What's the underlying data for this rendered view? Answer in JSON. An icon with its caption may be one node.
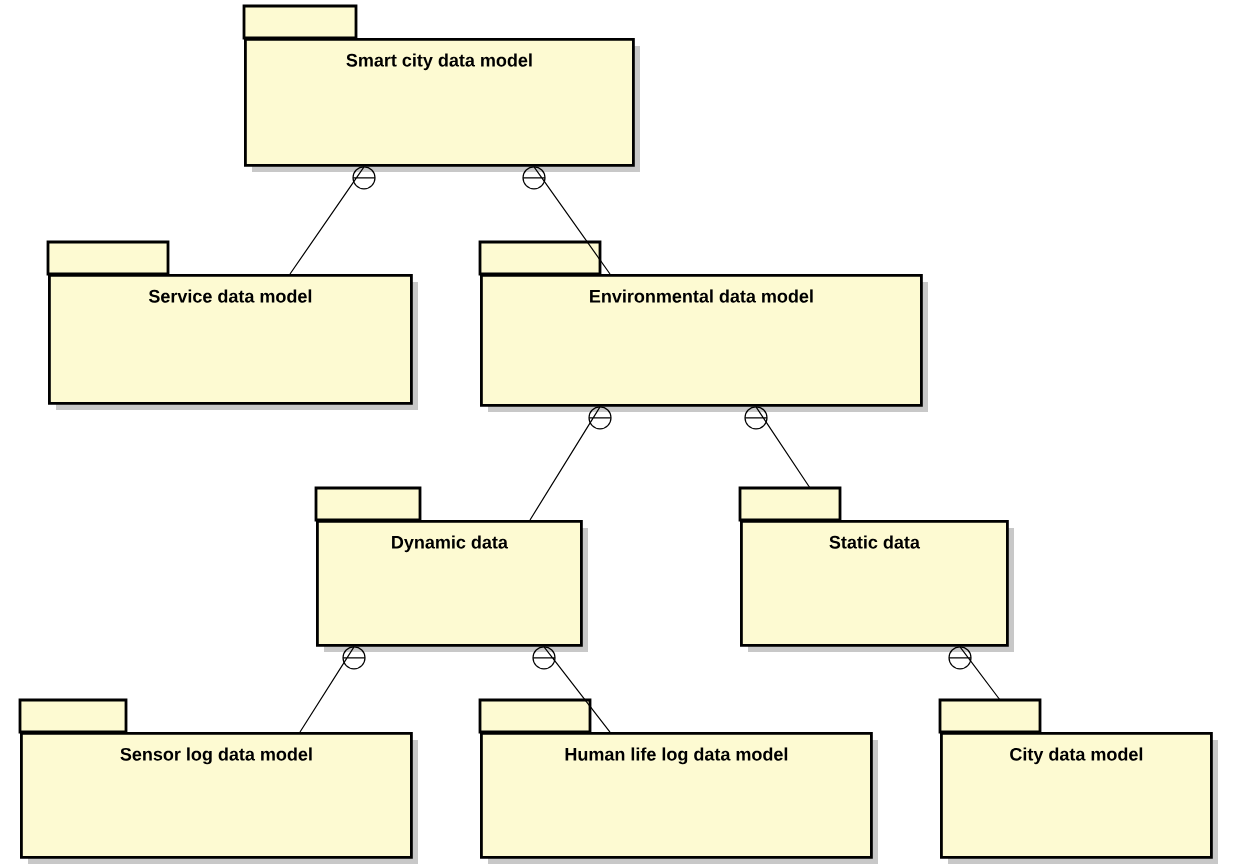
{
  "diagram": {
    "nodes": [
      {
        "text": [
          "Smart city data model"
        ]
      },
      {
        "text": [
          "Service data model"
        ]
      },
      {
        "text": [
          "Environmental data model"
        ]
      },
      {
        "text": [
          "Dynamic data"
        ]
      },
      {
        "text": [
          "Static data"
        ]
      },
      {
        "text": [
          "Sensor log data model"
        ]
      },
      {
        "text": [
          "Human life log data model"
        ]
      },
      {
        "text": [
          "City data model"
        ]
      }
    ],
    "edges": [
      {
        "from": 0,
        "to": 1,
        "arrow": "other"
      },
      {
        "from": 0,
        "to": 2,
        "arrow": "other"
      },
      {
        "from": 2,
        "to": 3,
        "arrow": "other"
      },
      {
        "from": 2,
        "to": 4,
        "arrow": "other"
      },
      {
        "from": 3,
        "to": 5,
        "arrow": "other"
      },
      {
        "from": 3,
        "to": 6,
        "arrow": "other"
      },
      {
        "from": 4,
        "to": 7,
        "arrow": "other"
      }
    ]
  }
}
